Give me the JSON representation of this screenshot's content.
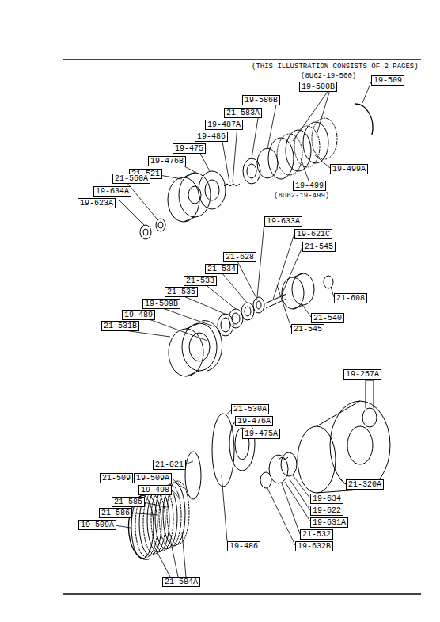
{
  "diagram": {
    "labels": [
      "(THIS ILLUSTRATION CONSISTS OF 2 PAGES)",
      "(8U62-19-500)",
      "19-500B",
      "19-509",
      "19-586B",
      "21-583A",
      "19-487A",
      "19-486",
      "19-475",
      "19-476B",
      "21-521",
      "21-560A",
      "19-634A",
      "19-623A",
      "19-499A",
      "19-499",
      "(8U62-19-499)",
      "19-633A",
      "19-621C",
      "21-545",
      "21-628",
      "21-534",
      "21-533",
      "21-535",
      "19-509B",
      "19-489",
      "21-531B",
      "21-608",
      "21-540",
      "21-545",
      "19-257A",
      "21-530A",
      "19-476A",
      "19-475A",
      "21-821",
      "21-509",
      "19-509A",
      "19-498",
      "21-585",
      "21-586",
      "19-509A",
      "19-486",
      "19-634",
      "19-622",
      "19-631A",
      "21-532",
      "19-632B",
      "21-320A",
      "21-584A"
    ]
  }
}
